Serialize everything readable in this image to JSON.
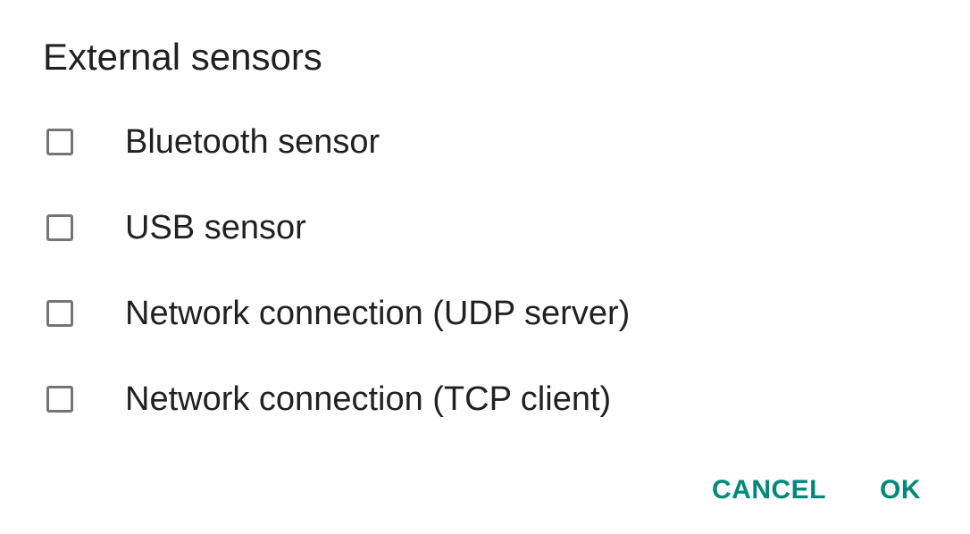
{
  "dialog": {
    "title": "External sensors",
    "options": [
      {
        "label": "Bluetooth sensor",
        "checked": false
      },
      {
        "label": "USB sensor",
        "checked": false
      },
      {
        "label": "Network connection (UDP server)",
        "checked": false
      },
      {
        "label": "Network connection (TCP client)",
        "checked": false
      }
    ],
    "cancel": "CANCEL",
    "ok": "OK",
    "accent": "#00897b"
  }
}
